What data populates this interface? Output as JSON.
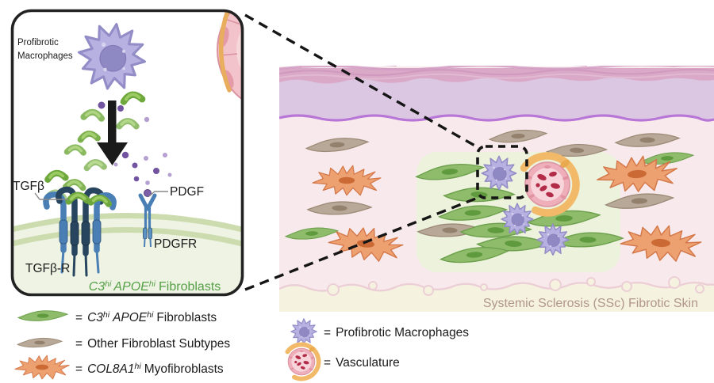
{
  "figure_caption": "Systemic Sclerosis (SSc) Fibrotic Skin",
  "inset": {
    "cell_label_line1": "Profibrotic",
    "cell_label_line2": "Macrophages",
    "tgfb_ligand": "TGFβ",
    "pdgf_ligand": "PDGF",
    "tgfb_receptor": "TGFβ-R",
    "pdgf_receptor": "PDGFR",
    "target_cell": {
      "gene1": "C3",
      "sup1": "hi",
      "gene2": "APOE",
      "sup2": "hi",
      "rest": "Fibroblasts"
    }
  },
  "legend": {
    "eq": "=",
    "row1": {
      "gene1": "C3",
      "sup1": "hi",
      "gene2": "APOE",
      "sup2": "hi",
      "rest": "Fibroblasts"
    },
    "row2": "Other Fibroblast Subtypes",
    "row3": {
      "gene": "COL8A1",
      "sup": "hi",
      "rest": "Myofibroblasts"
    },
    "row4": "Profibrotic Macrophages",
    "row5": "Vasculature"
  },
  "colors": {
    "c3_apoe_fibroblast_green": "#8fbc6a",
    "other_fibroblast_tan": "#b7a897",
    "myofibroblast_orange": "#eda070",
    "macrophage_purple": "#b6b1e0",
    "tgfb_molecule_green": "#6ea83c",
    "pdgf_molecule_purple": "#71539f",
    "receptor_blue": "#4a7fb5",
    "receptor_navy": "#27455f",
    "vessel_pink": "#eeafbb",
    "rbc_red": "#b22c48",
    "pericyte_orange": "#f2ba68",
    "highlight_region_green": "#ecf2dc",
    "stratum_corneum_pink": "#d9a9c7",
    "epidermis_lavender": "#dcc7e3",
    "basement_membrane_purple": "#b877d6",
    "dermis_pink": "#f8eaec",
    "subcutis_cream": "#f6f2e0",
    "caption_taupe": "#b1968c",
    "fibroblast_label_green": "#55a047"
  }
}
